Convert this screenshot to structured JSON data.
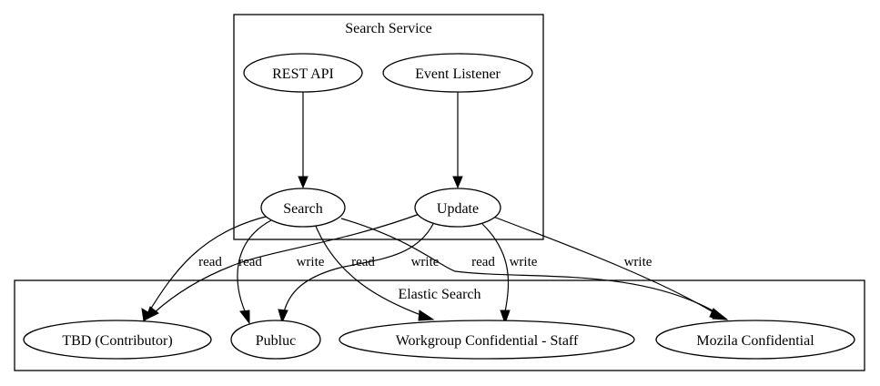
{
  "clusters": {
    "search_service": {
      "label": "Search Service"
    },
    "elastic_search": {
      "label": "Elastic Search"
    }
  },
  "nodes": {
    "rest_api": {
      "label": "REST API"
    },
    "event_listener": {
      "label": "Event Listener"
    },
    "search": {
      "label": "Search"
    },
    "update": {
      "label": "Update"
    },
    "tbd_contributor": {
      "label": "TBD (Contributor)"
    },
    "publuc": {
      "label": "Publuc"
    },
    "workgroup_confidential": {
      "label": "Workgroup Confidential - Staff"
    },
    "mozila_confidential": {
      "label": "Mozila Confidential"
    }
  },
  "edges": [
    {
      "from": "rest_api",
      "to": "search",
      "label": ""
    },
    {
      "from": "event_listener",
      "to": "update",
      "label": ""
    },
    {
      "from": "search",
      "to": "tbd_contributor",
      "label": "read"
    },
    {
      "from": "search",
      "to": "publuc",
      "label": "read"
    },
    {
      "from": "search",
      "to": "workgroup_confidential",
      "label": "read"
    },
    {
      "from": "search",
      "to": "mozila_confidential",
      "label": "read"
    },
    {
      "from": "update",
      "to": "tbd_contributor",
      "label": "write"
    },
    {
      "from": "update",
      "to": "publuc",
      "label": "write"
    },
    {
      "from": "update",
      "to": "workgroup_confidential",
      "label": "write"
    },
    {
      "from": "update",
      "to": "mozila_confidential",
      "label": "write"
    }
  ]
}
